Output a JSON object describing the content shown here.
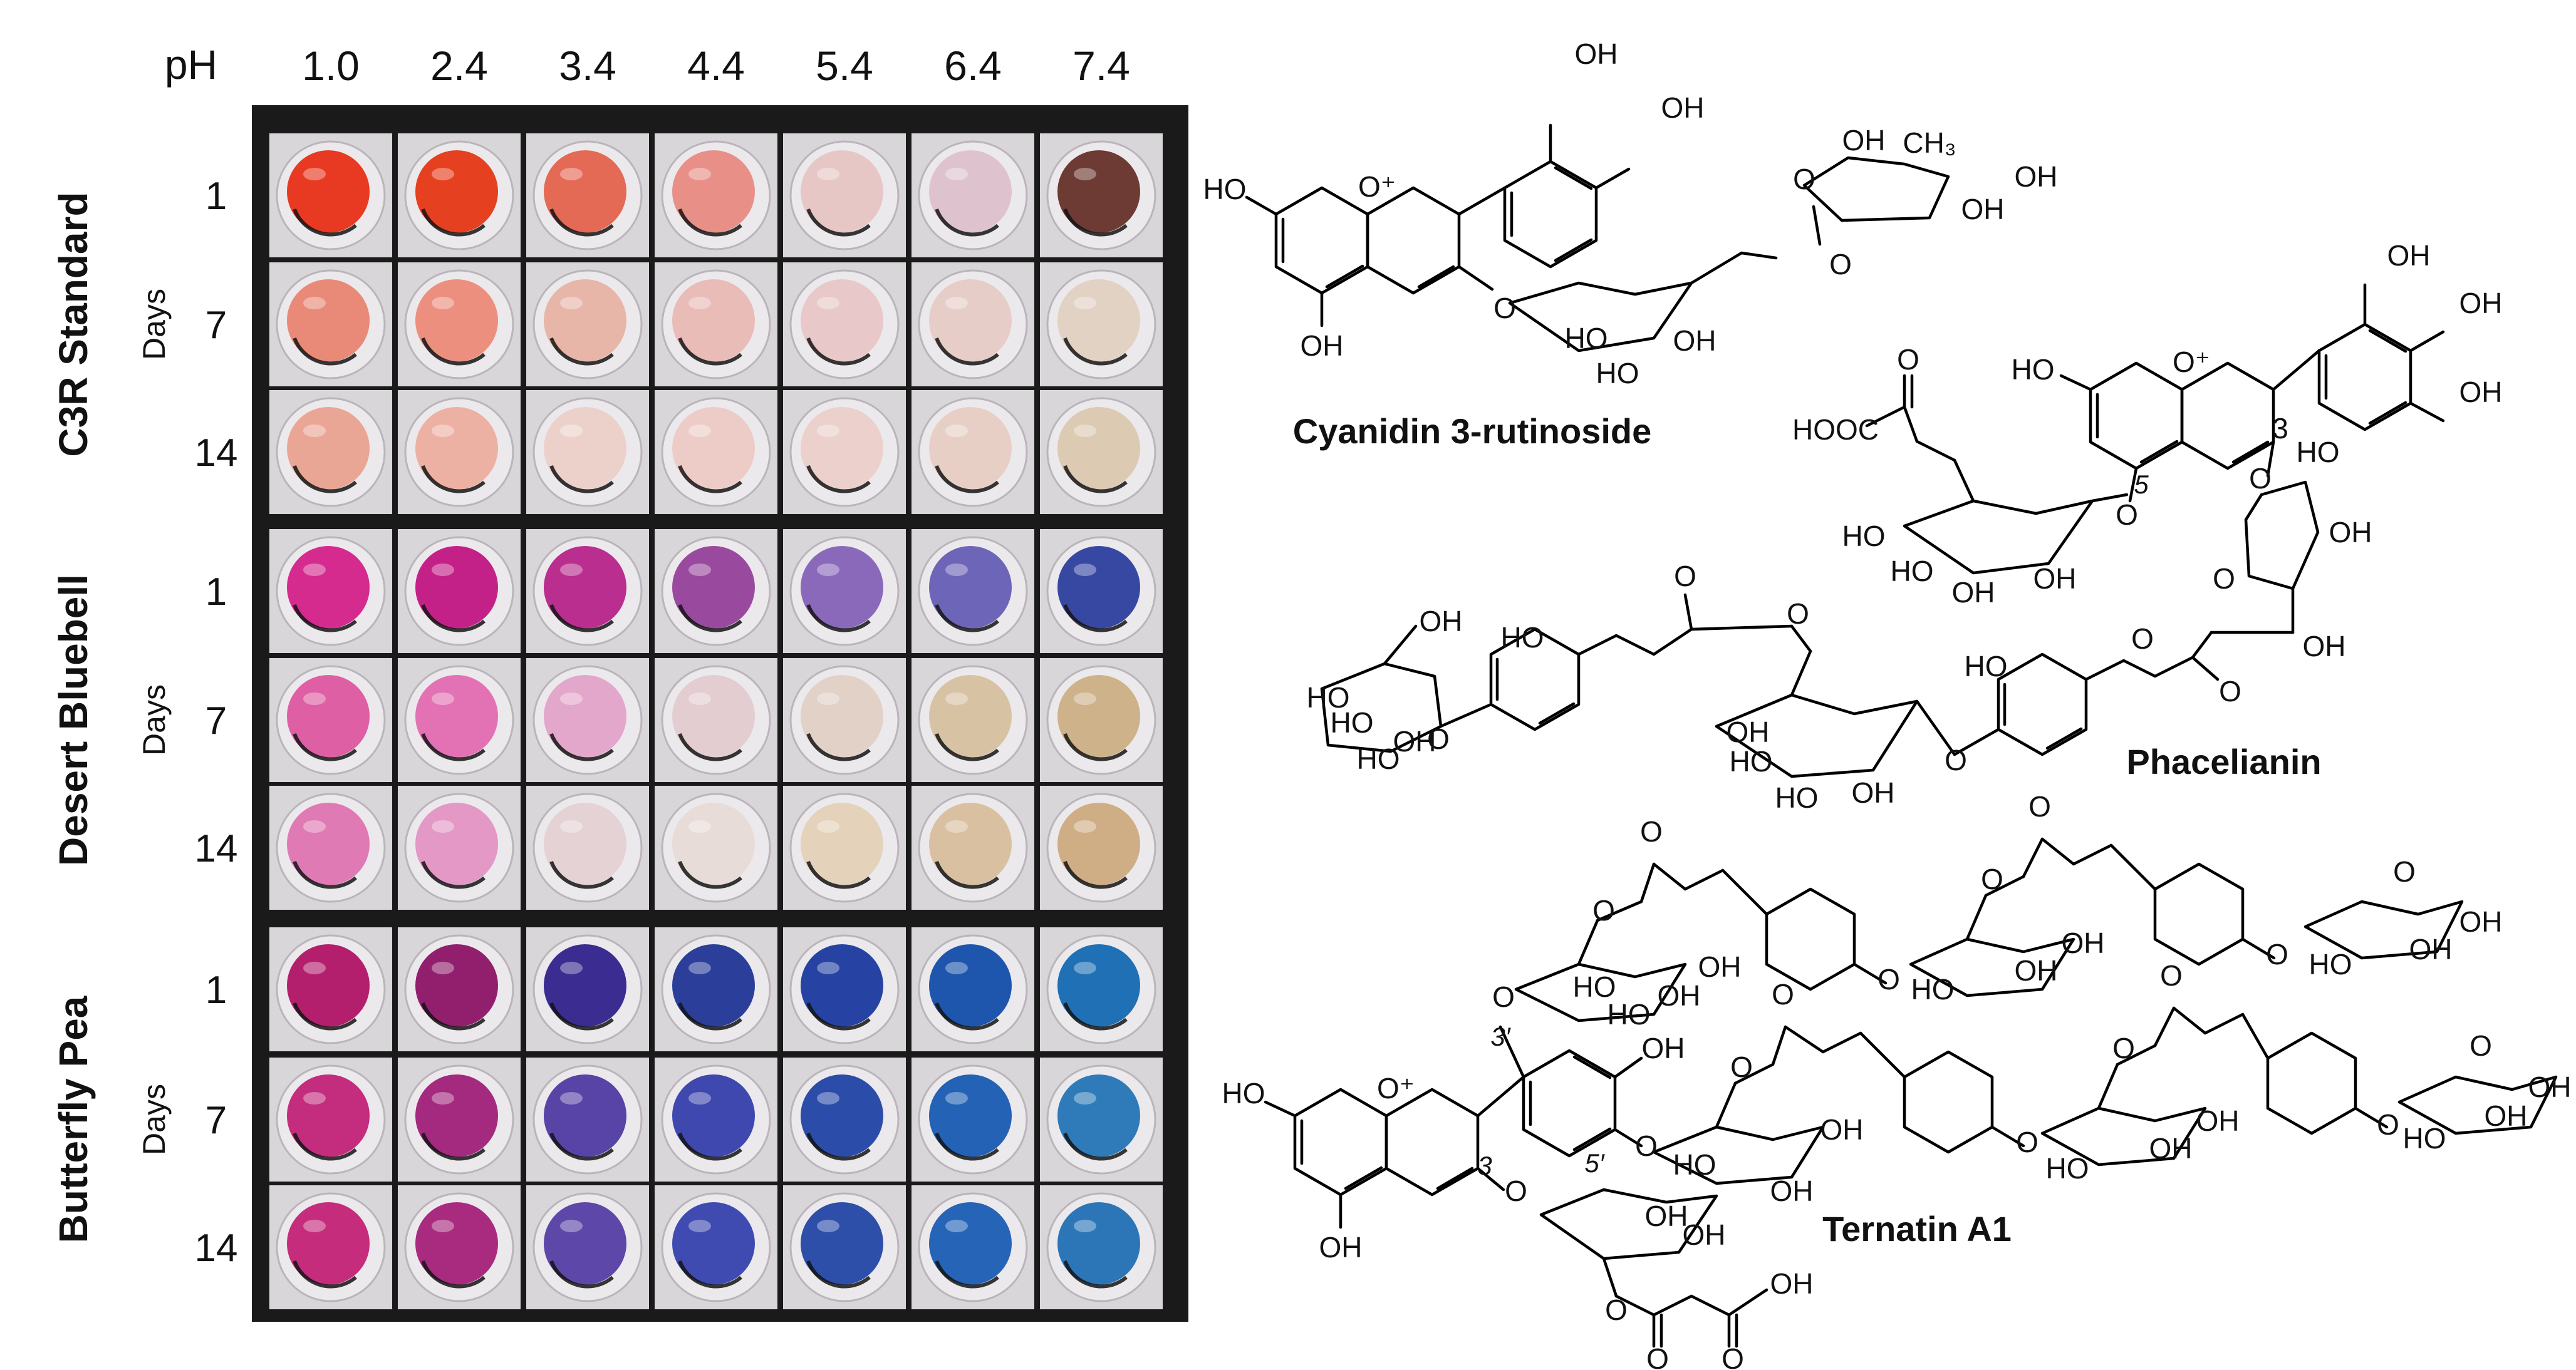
{
  "header": {
    "ph_label": "pH",
    "days_label": "Days"
  },
  "ph_values": [
    "1.0",
    "2.4",
    "3.4",
    "4.4",
    "5.4",
    "6.4",
    "7.4"
  ],
  "groups": [
    {
      "name": "C3R Standard",
      "days": [
        "1",
        "7",
        "14"
      ],
      "colors": [
        [
          "#e83a22",
          "#e5401f",
          "#e46a55",
          "#e89088",
          "#e7c7c6",
          "#dec3ce",
          "#6e3a34"
        ],
        [
          "#e98a78",
          "#ec8f7e",
          "#e7b6a8",
          "#e9bcb8",
          "#e8c8c8",
          "#e6cdc8",
          "#e2d2c3"
        ],
        [
          "#eaa695",
          "#edb1a4",
          "#ecd1ca",
          "#edccc8",
          "#ebd0cb",
          "#e7cfc6",
          "#dccab2"
        ]
      ]
    },
    {
      "name": "Desert Bluebell",
      "days": [
        "1",
        "7",
        "14"
      ],
      "colors": [
        [
          "#d52a8e",
          "#c42188",
          "#b92e8f",
          "#9a4a9e",
          "#8a69bb",
          "#6d65b8",
          "#3748a3"
        ],
        [
          "#de5fa4",
          "#e272b4",
          "#e3a7cb",
          "#e3cdd1",
          "#e2d1c6",
          "#d8c2a4",
          "#cdb28a"
        ],
        [
          "#e07ab4",
          "#e398c6",
          "#e4d2d5",
          "#e7dcd7",
          "#e4d2bb",
          "#d9c0a0",
          "#cfae86"
        ]
      ]
    },
    {
      "name": "Butterfly Pea",
      "days": [
        "1",
        "7",
        "14"
      ],
      "colors": [
        [
          "#b31f6d",
          "#921f6e",
          "#3a2c90",
          "#2a3e9a",
          "#2643a3",
          "#1e56ad",
          "#1f70b5"
        ],
        [
          "#c42c7d",
          "#a32a7e",
          "#5843a7",
          "#3f48ae",
          "#2c4ca9",
          "#2362b5",
          "#2f7bb9"
        ],
        [
          "#c52c7b",
          "#a82b7f",
          "#5d47a8",
          "#3f4bb0",
          "#2d4ea9",
          "#2564b7",
          "#2c76b8"
        ]
      ]
    }
  ],
  "compounds": {
    "c3r": {
      "name": "Cyanidin 3-rutinoside"
    },
    "phacelianin": {
      "name": "Phacelianin"
    },
    "ternatin": {
      "name": "Ternatin A1"
    }
  },
  "atoms": {
    "oh": "OH",
    "ho": "HO",
    "o": "O",
    "o_plus": "O⁺",
    "ch3": "CH₃",
    "hooc": "HOOC",
    "pos_3": "3",
    "pos_5": "5",
    "pos_3p": "3′",
    "pos_5p": "5′"
  },
  "colors": {
    "plate": "#1a1a1a",
    "well_bg": "#d9d6da"
  }
}
